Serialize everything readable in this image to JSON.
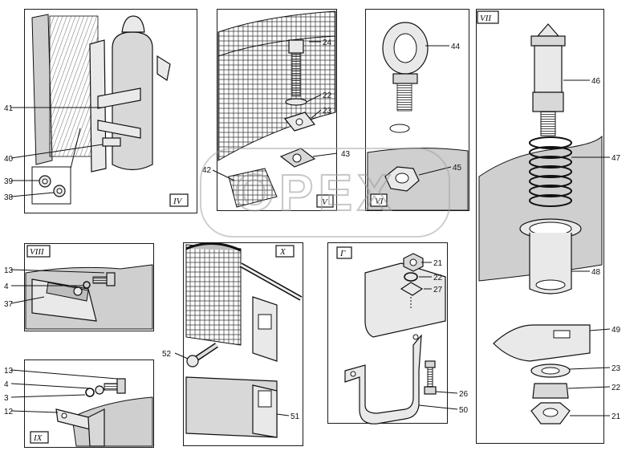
{
  "watermark": "ОРЕХ",
  "panels": {
    "IV": {
      "roman": "IV",
      "labels": [
        "41",
        "40",
        "39",
        "38"
      ]
    },
    "V": {
      "roman": "V",
      "labels": [
        "24",
        "22",
        "23",
        "43",
        "42"
      ]
    },
    "VI": {
      "roman": "VI",
      "labels": [
        "44",
        "45"
      ]
    },
    "VII": {
      "roman": "VII",
      "labels": [
        "46",
        "47",
        "48",
        "49",
        "23",
        "22",
        "21"
      ]
    },
    "VIII": {
      "roman": "VIII",
      "labels": [
        "13",
        "4",
        "37"
      ]
    },
    "IX": {
      "roman": "IX",
      "labels": [
        "13",
        "4",
        "3",
        "12"
      ]
    },
    "X": {
      "roman": "X",
      "labels": [
        "52",
        "51"
      ]
    },
    "G": {
      "roman": "Г",
      "labels": [
        "21",
        "22",
        "27",
        "26",
        "50"
      ]
    }
  }
}
